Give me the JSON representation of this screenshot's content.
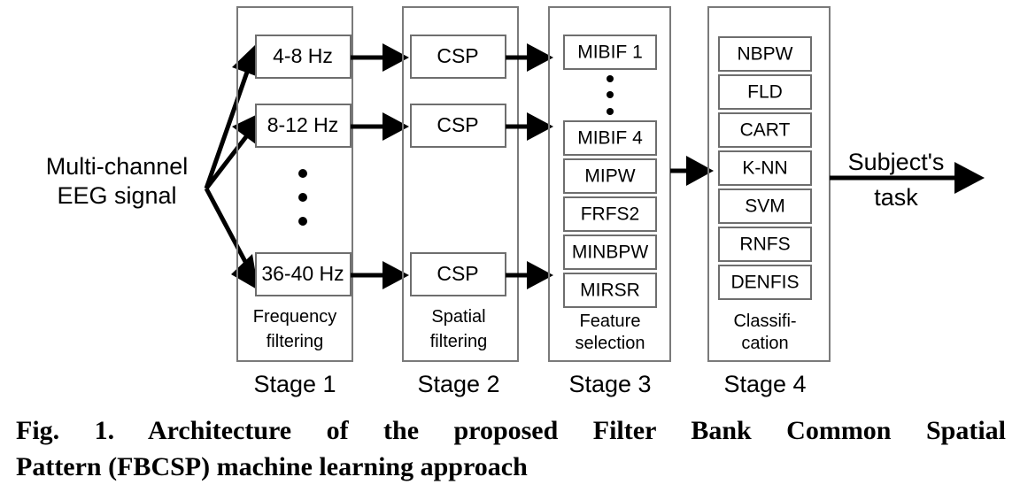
{
  "figure": {
    "caption_line_1": "Fig. 1. Architecture of the proposed Filter Bank Common Spatial",
    "caption_line_2": "Pattern (FBCSP) machine learning approach"
  },
  "input": {
    "label_line_1": "Multi-channel",
    "label_line_2": "EEG signal"
  },
  "output": {
    "label_line_1": "Subject's",
    "label_line_2": "task"
  },
  "stages": [
    {
      "name": "Stage 1",
      "role_line_1": "Frequency",
      "role_line_2": "filtering",
      "boxes": [
        {
          "label": "4-8 Hz"
        },
        {
          "label": "8-12 Hz"
        },
        {
          "label": "36-40 Hz"
        }
      ],
      "has_vertical_ellipsis": true
    },
    {
      "name": "Stage 2",
      "role_line_1": "Spatial",
      "role_line_2": "filtering",
      "boxes": [
        {
          "label": "CSP"
        },
        {
          "label": "CSP"
        },
        {
          "label": "CSP"
        }
      ],
      "has_vertical_ellipsis": false
    },
    {
      "name": "Stage 3",
      "role_line_1": "Feature",
      "role_line_2": "selection",
      "boxes": [
        {
          "label": "MIBIF 1"
        },
        {
          "label": "MIBIF 4"
        },
        {
          "label": "MIPW"
        },
        {
          "label": "FRFS2"
        },
        {
          "label": "MINBPW"
        },
        {
          "label": "MIRSR"
        }
      ],
      "has_vertical_ellipsis": true
    },
    {
      "name": "Stage 4",
      "role_line_1": "Classifi-",
      "role_line_2": "cation",
      "boxes": [
        {
          "label": "NBPW"
        },
        {
          "label": "FLD"
        },
        {
          "label": "CART"
        },
        {
          "label": "K-NN"
        },
        {
          "label": "SVM"
        },
        {
          "label": "RNFS"
        },
        {
          "label": "DENFIS"
        }
      ],
      "has_vertical_ellipsis": false
    }
  ],
  "colors": {
    "line": "#000000",
    "box_border": "#6e6e6e",
    "container_border": "#7a7a7a",
    "background": "#ffffff"
  }
}
